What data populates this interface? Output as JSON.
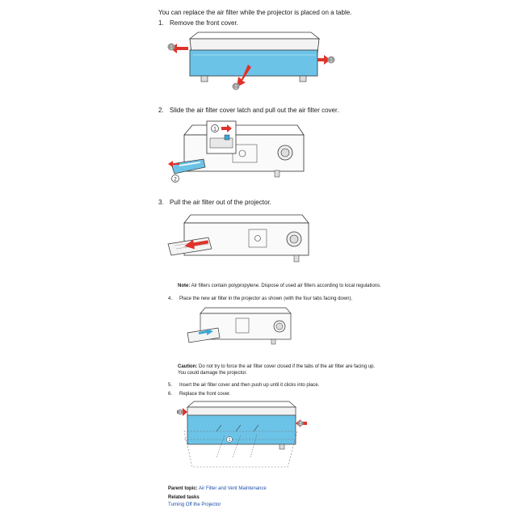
{
  "intro": "You can replace the air filter while the projector is placed on a table.",
  "steps": [
    {
      "num": "1.",
      "text": "Remove the front cover."
    },
    {
      "num": "2.",
      "text": "Slide the air filter cover latch and pull out the air filter cover."
    },
    {
      "num": "3.",
      "text": "Pull the air filter out of the projector."
    },
    {
      "num": "4.",
      "text": "Place the new air filter in the projector as shown (with the four tabs facing down)."
    },
    {
      "num": "5.",
      "text": "Insert the air filter cover and then push up until it clicks into place."
    },
    {
      "num": "6.",
      "text": "Replace the front cover."
    }
  ],
  "note": {
    "label": "Note:",
    "text": " Air filters contain polypropylene. Dispose of used air filters according to local regulations."
  },
  "caution": {
    "label": "Caution:",
    "text": " Do not try to force the air filter cover closed if the tabs of the air filter are facing up. You could damage the projector."
  },
  "callouts": {
    "one": "1",
    "two": "2"
  },
  "footer": {
    "parent_label": "Parent topic:",
    "parent_link": "Air Filter and Vent Maintenance",
    "related_label": "Related tasks",
    "related_link": "Turning Off the Projector"
  },
  "colors": {
    "cover": "#6cc3e8",
    "arrow": "#e0322a",
    "outline": "#333333",
    "link": "#1f4fa8"
  }
}
